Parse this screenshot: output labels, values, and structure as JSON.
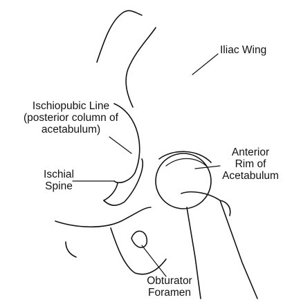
{
  "labels": {
    "iliac_wing": "Iliac Wing",
    "ischiopubic_line": [
      "Ischiopubic Line",
      "(posterior column of",
      "acetabulum)"
    ],
    "ischial_spine": [
      "Ischial",
      "Spine"
    ],
    "anterior_rim": [
      "Anterior",
      "Rim of",
      "Acetabulum"
    ],
    "obturator_foramen": [
      "Obturator",
      "Foramen"
    ]
  },
  "colors": {
    "ink": "#111111",
    "background": "#ffffff"
  }
}
